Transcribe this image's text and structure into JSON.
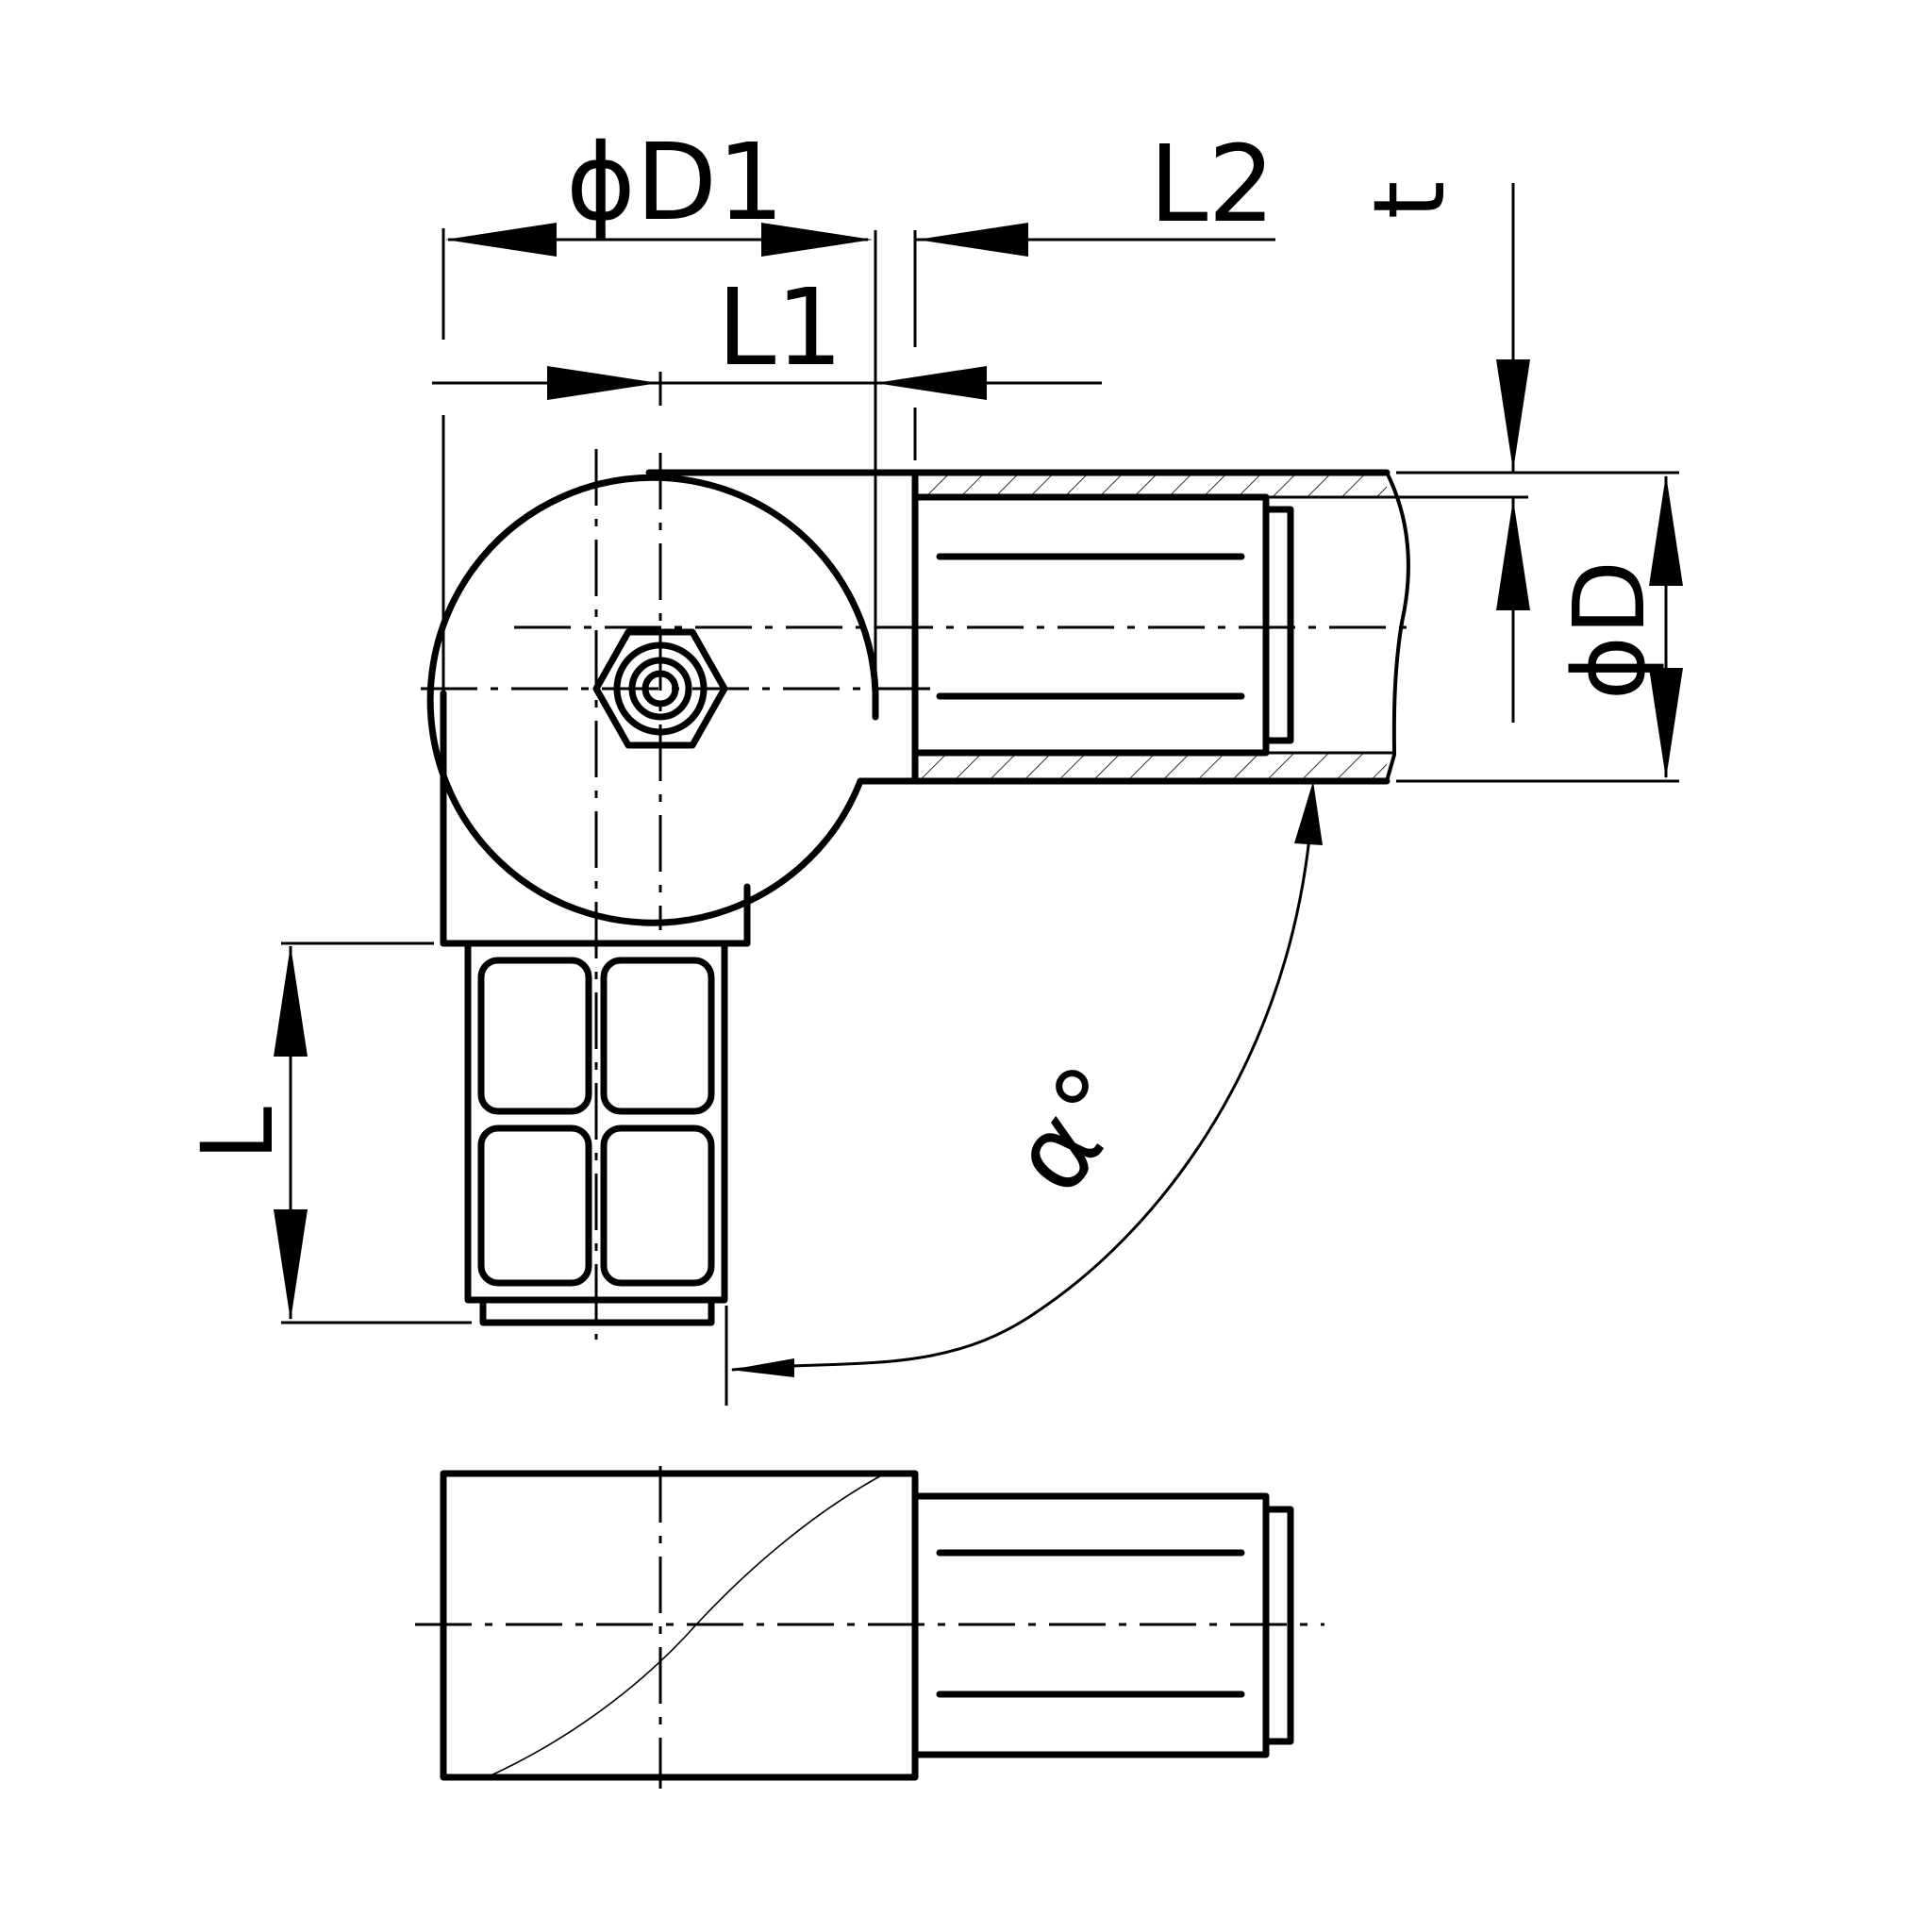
{
  "labels": {
    "d1": "ϕD1",
    "l2": "L2",
    "l1": "L1",
    "t": "t",
    "d": "ϕD",
    "l": "L",
    "alpha": "α°"
  }
}
